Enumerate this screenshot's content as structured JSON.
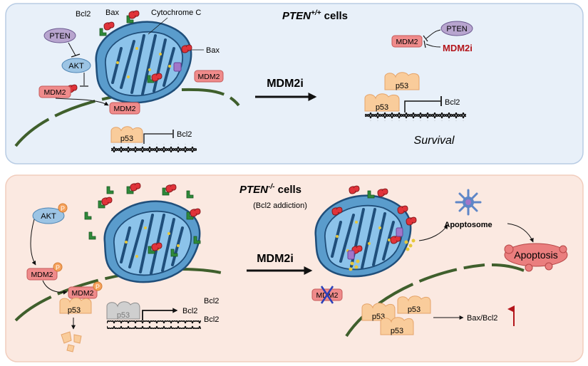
{
  "top_panel": {
    "title_main": "PTEN",
    "title_sup": "+/+",
    "title_rest": " cells",
    "labels": {
      "bcl2": "Bcl2",
      "bax": "Bax",
      "cytochrome_c": "Cytochrome C",
      "bax_right": "Bax",
      "pten": "PTEN",
      "akt": "AKT",
      "mdm2_left": "MDM2",
      "mdm2_mito": "MDM2",
      "mdm2_nucleus": "MDM2",
      "p53": "p53",
      "bcl2_gene": "Bcl2"
    },
    "arrow_label": "MDM2i",
    "right": {
      "mdm2": "MDM2",
      "pten": "PTEN",
      "mdm2i": "MDM2i",
      "p53_top": "p53",
      "p53_bottom": "p53",
      "bcl2_gene": "Bcl2",
      "outcome": "Survival"
    },
    "colors": {
      "background": "#e8f0f9",
      "border": "#b8cce4"
    }
  },
  "bottom_panel": {
    "title_main": "PTEN",
    "title_sup": "-/-",
    "title_rest": " cells",
    "subtitle": "(Bcl2 addiction)",
    "labels": {
      "akt": "AKT",
      "phospho": "P",
      "mdm2_left": "MDM2",
      "mdm2_nucleus": "MDM2",
      "p53_bound": "p53",
      "p53_grey": "p53",
      "bcl2_gene": "Bcl2",
      "bcl2_out1": "Bcl2",
      "bcl2_out2": "Bcl2"
    },
    "arrow_label": "MDM2i",
    "right": {
      "apoptosome": "Apoptosome",
      "apoptosis": "Apoptosis",
      "mdm2_crossed": "MDM2",
      "p53_a": "p53",
      "p53_b": "p53",
      "p53_c": "p53",
      "bax_bcl2": "Bax/Bcl2"
    },
    "colors": {
      "background": "#fbe9e1",
      "border": "#f1cdbd"
    }
  },
  "palette": {
    "mdm2_fill": "#ef8b8b",
    "mdm2_stroke": "#c65a5a",
    "p53_fill": "#f9cc9b",
    "p53_stroke": "#e5a46a",
    "pten_fill": "#b8a5cf",
    "akt_fill": "#9cc4e4",
    "mito_outer": "#4f8fc0",
    "mito_inner": "#2f6fa7",
    "membrane": "#3f5f2c",
    "mdm2i_red": "#b3151b",
    "bax_red": "#e0333a",
    "bcl2_green": "#2f8a3a",
    "apoptosis_fill": "#ea7e7e"
  }
}
